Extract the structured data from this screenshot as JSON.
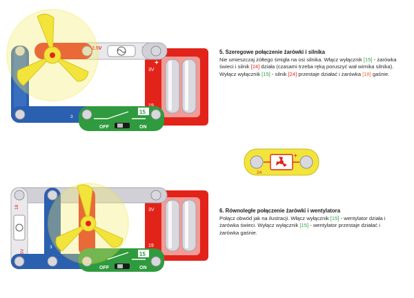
{
  "colors": {
    "blue": "#2b5fb0",
    "red": "#e2231a",
    "green": "#2f9a3e",
    "yellow": "#f2e43a",
    "orange": "#ef6a2a",
    "grey": "#c9c9cf"
  },
  "section5": {
    "title": "5. Szeregowe połączenie żarówki i silnika",
    "p1": "Nie umieszczaj żółtego śmigła na osi silnika. Włącz wyłącznik ",
    "r1": "[15]",
    "p2": " - żarówka świeci i silnik ",
    "r2": "[24]",
    "p3": " działa (czasami trzeba ręką poruszyć wał wirnika silnika). Wyłącz wyłącznik ",
    "r3": "[15]",
    "p4": " - silnik ",
    "r4": "[24]",
    "p5": " przestaje działać i żarówka ",
    "r5": "[18]",
    "p6": " gaśnie."
  },
  "section6": {
    "title": "6. Równoległe połączenie żarówki i wentylatora",
    "p1": "Połącz obwód jak na ilustracji. Włącz wyłącznik ",
    "r1": "[15]",
    "p2": " - wentylator działa i żarówka świeci. Wyłącz wyłącznik ",
    "r2": "[15]",
    "p3": " - wentylator przestaje działać i żarówka gaśnie."
  },
  "labels": {
    "bulb_voltage": "2.5V",
    "bulb_number": "18",
    "battery_voltage": "3V",
    "battery_number": "19",
    "switch_number": "15",
    "switch_off": "OFF",
    "switch_on": "ON",
    "motor_number": "24",
    "wire_number": "3",
    "plus": "+"
  }
}
